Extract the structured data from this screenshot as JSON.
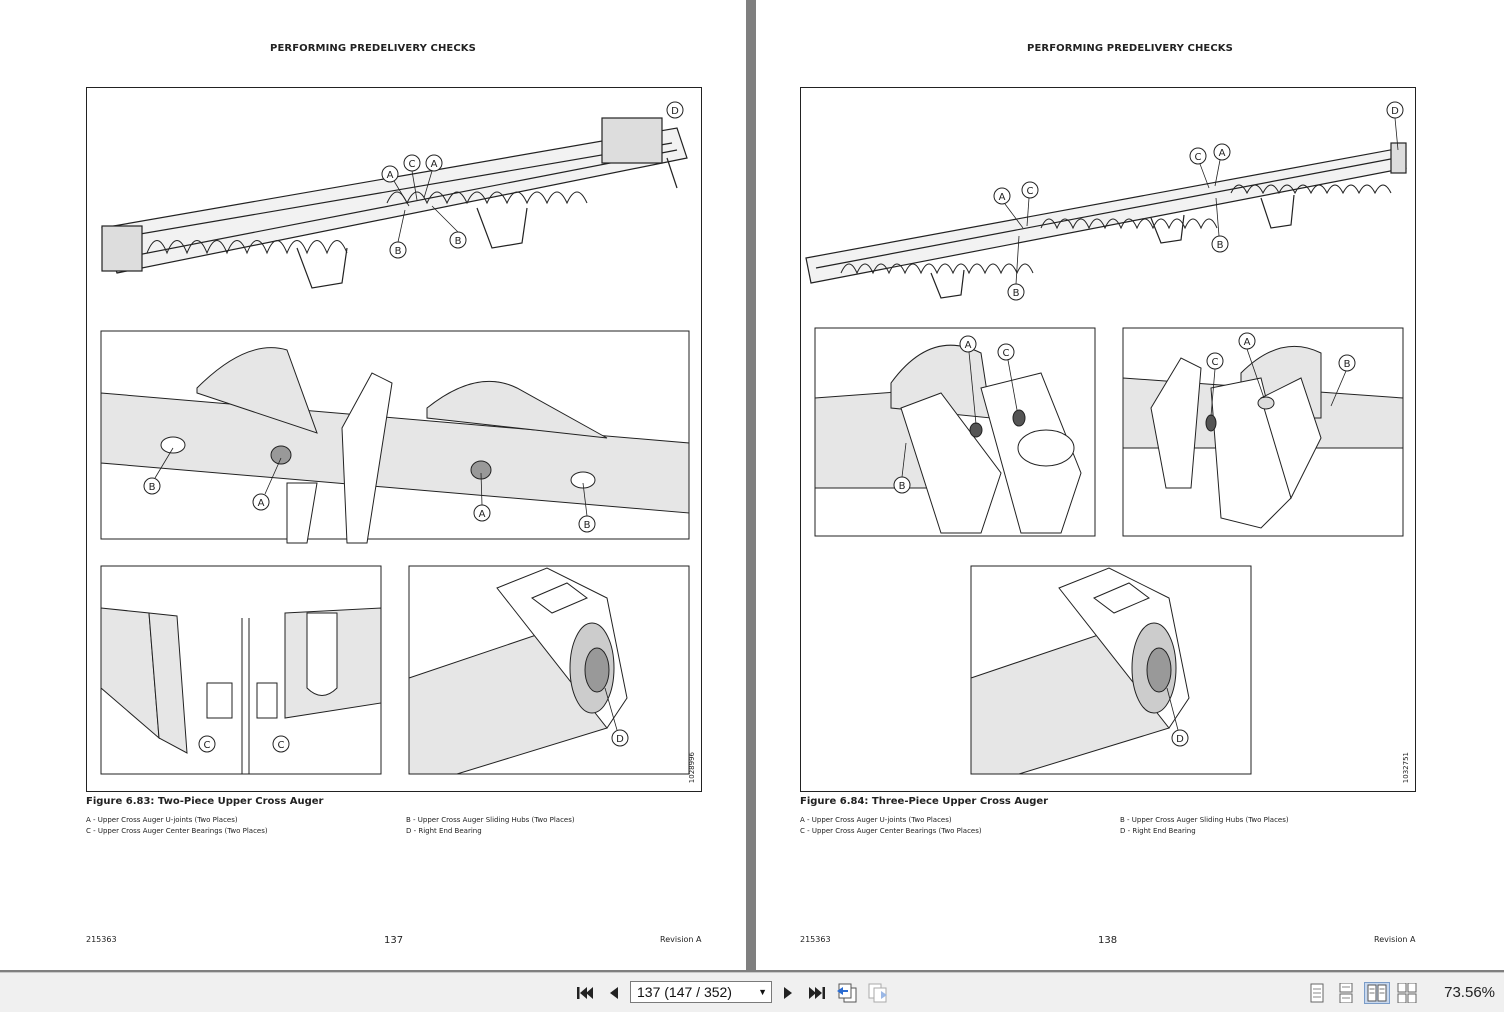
{
  "pages": {
    "left": {
      "header": "PERFORMING PREDELIVERY CHECKS",
      "figure_id": "1028996",
      "caption": "Figure 6.83: Two-Piece Upper Cross Auger",
      "legend": {
        "a": "A - Upper Cross Auger U-joints (Two Places)",
        "b": "B - Upper Cross Auger Sliding Hubs (Two Places)",
        "c": "C - Upper Cross Auger Center Bearings (Two Places)",
        "d": "D - Right End Bearing"
      },
      "doc_number": "215363",
      "page_number": "137",
      "revision": "Revision  A"
    },
    "right": {
      "header": "PERFORMING PREDELIVERY CHECKS",
      "figure_id": "1032751",
      "caption": "Figure 6.84: Three-Piece Upper Cross Auger",
      "legend": {
        "a": "A - Upper Cross Auger U-joints (Two Places)",
        "b": "B - Upper Cross Auger Sliding Hubs (Two Places)",
        "c": "C - Upper Cross Auger Center Bearings (Two Places)",
        "d": "D - Right End Bearing"
      },
      "doc_number": "215363",
      "page_number": "138",
      "revision": "Revision  A"
    }
  },
  "callouts": {
    "a": "A",
    "b": "B",
    "c": "C",
    "d": "D"
  },
  "toolbar": {
    "page_display": "137 (147 / 352)",
    "zoom": "73.56%",
    "icons": [
      "first-page-icon",
      "previous-page-icon",
      "dropdown-arrow-icon",
      "next-page-icon",
      "last-page-icon",
      "previous-view-icon",
      "next-view-icon",
      "single-page-icon",
      "continuous-page-icon",
      "facing-pages-icon",
      "continuous-facing-icon"
    ]
  },
  "colors": {
    "viewer_bg": "#7f7f7f",
    "toolbar_bg": "#f0f0f0",
    "line": "#222222",
    "fill": "#e6e6e6"
  }
}
